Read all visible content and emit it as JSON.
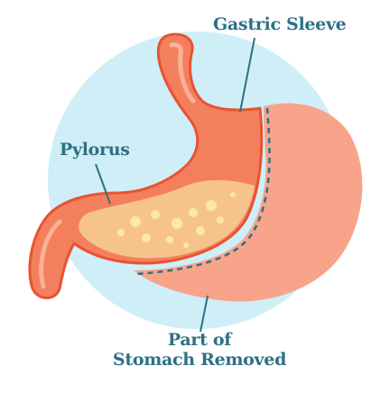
{
  "labels": {
    "gastric_sleeve": "Gastric Sleeve",
    "pylorus": "Pylorus",
    "removed_line1": "Part of",
    "removed_line2": "Stomach Removed"
  },
  "colors": {
    "background_circle": "#cfeef7",
    "removed_part": "#f7a48a",
    "sleeve_fill": "#f47f5f",
    "sleeve_outline": "#e8532f",
    "sleeve_highlight": "#f9b195",
    "content_fill": "#f7c38c",
    "bubble": "#fde9a3",
    "label_text": "#2f6f86",
    "cut_line": "#2f6f86"
  }
}
